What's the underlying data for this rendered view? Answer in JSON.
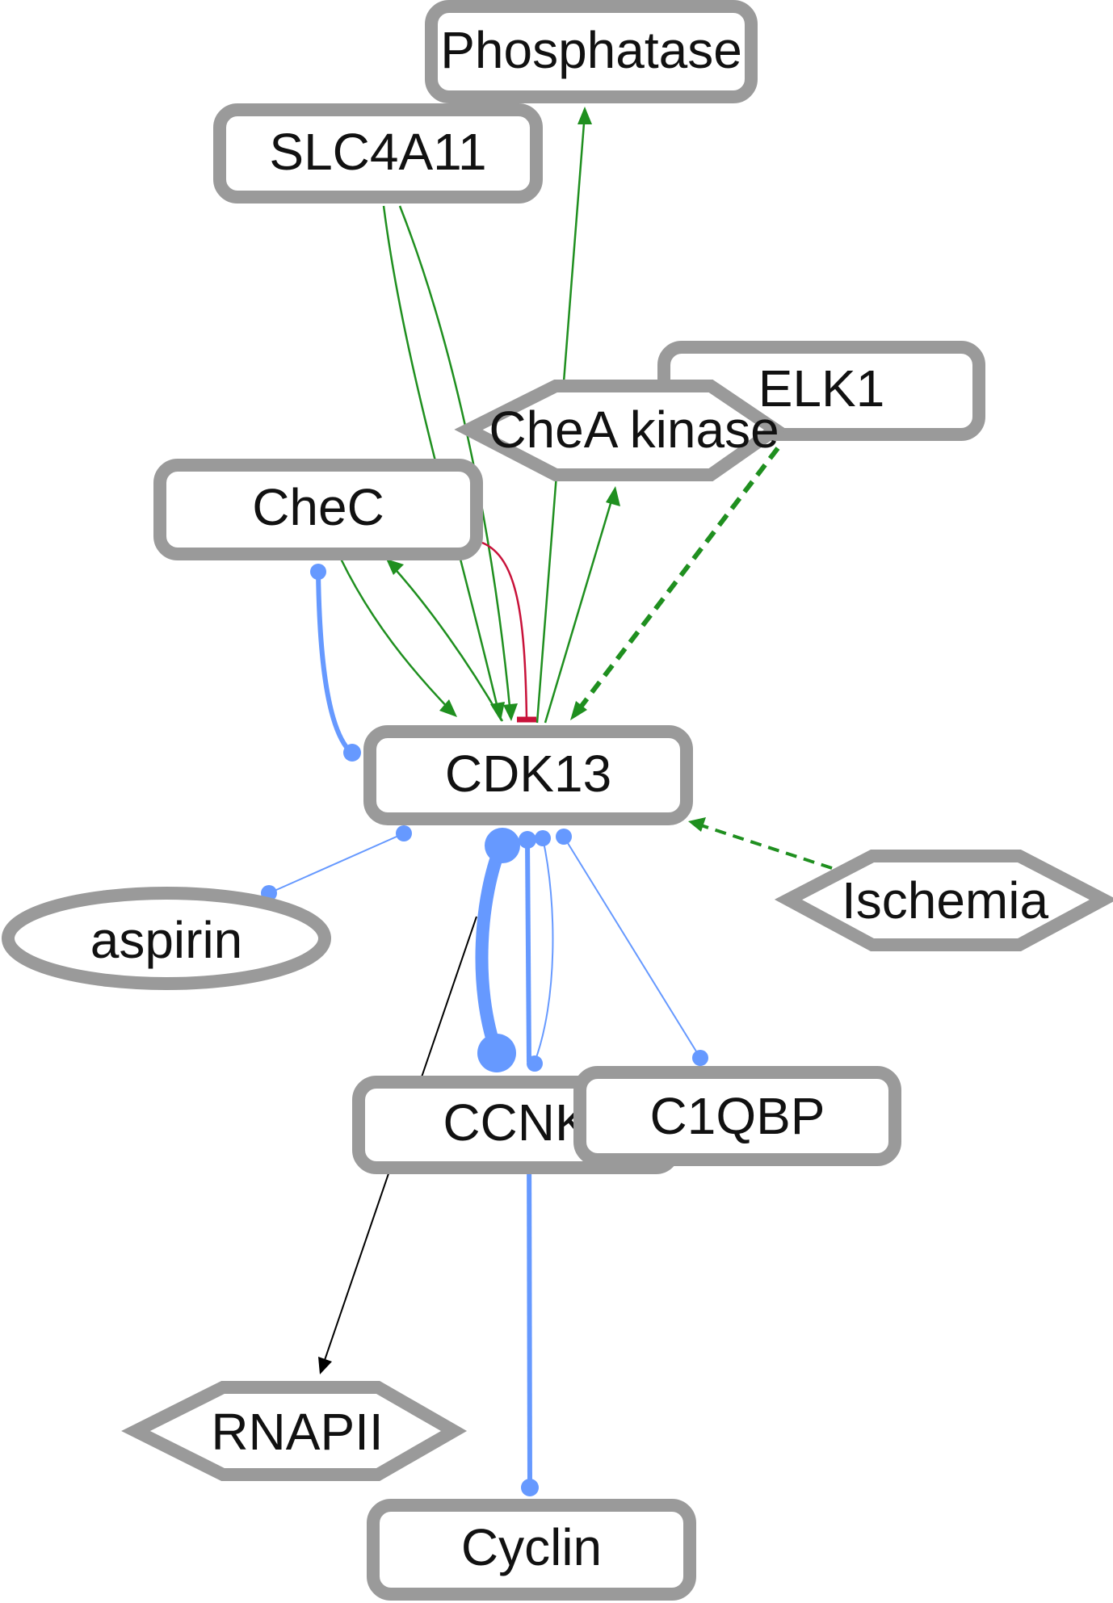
{
  "colors": {
    "node_border": "#9a9a9a",
    "node_fill": "#ffffff",
    "activation": "#1f8f1f",
    "inhibition": "#c8123a",
    "binding": "#6699ff",
    "regulation": "#000000"
  },
  "nodes": {
    "phosphatase": {
      "label": "Phosphatase",
      "shape": "rounded-rectangle"
    },
    "slc4a11": {
      "label": "SLC4A11",
      "shape": "rounded-rectangle"
    },
    "elk1": {
      "label": "ELK1",
      "shape": "rounded-rectangle"
    },
    "chea_kinase": {
      "label": "CheA kinase",
      "shape": "hexagon"
    },
    "chec": {
      "label": "CheC",
      "shape": "rounded-rectangle"
    },
    "cdk13": {
      "label": "CDK13",
      "shape": "rounded-rectangle"
    },
    "ischemia": {
      "label": "Ischemia",
      "shape": "hexagon"
    },
    "aspirin": {
      "label": "aspirin",
      "shape": "ellipse"
    },
    "ccnk": {
      "label": "CCNK",
      "shape": "rounded-rectangle"
    },
    "c1qbp": {
      "label": "C1QBP",
      "shape": "rounded-rectangle"
    },
    "rnapii": {
      "label": "RNAPII",
      "shape": "hexagon"
    },
    "cyclin": {
      "label": "Cyclin",
      "shape": "rounded-rectangle"
    }
  },
  "edges": [
    {
      "from": "cdk13",
      "to": "phosphatase",
      "type": "activation"
    },
    {
      "from": "slc4a11",
      "to": "cdk13",
      "type": "activation"
    },
    {
      "from": "slc4a11",
      "to": "cdk13",
      "type": "activation"
    },
    {
      "from": "chec",
      "to": "cdk13",
      "type": "activation"
    },
    {
      "from": "cdk13",
      "to": "chec",
      "type": "activation"
    },
    {
      "from": "chec",
      "to": "cdk13",
      "type": "inhibition"
    },
    {
      "from": "cdk13",
      "to": "chea_kinase",
      "type": "activation"
    },
    {
      "from": "elk1",
      "to": "cdk13",
      "type": "activation",
      "style": "dashed"
    },
    {
      "from": "ischemia",
      "to": "cdk13",
      "type": "activation",
      "style": "dashed"
    },
    {
      "from": "chec",
      "to": "cdk13",
      "type": "binding"
    },
    {
      "from": "cdk13",
      "to": "aspirin",
      "type": "binding"
    },
    {
      "from": "cdk13",
      "to": "ccnk",
      "type": "binding"
    },
    {
      "from": "cdk13",
      "to": "ccnk",
      "type": "binding"
    },
    {
      "from": "cdk13",
      "to": "ccnk",
      "type": "binding"
    },
    {
      "from": "cdk13",
      "to": "c1qbp",
      "type": "binding"
    },
    {
      "from": "ccnk",
      "to": "cyclin",
      "type": "binding"
    },
    {
      "from": "cdk13",
      "to": "rnapii",
      "type": "regulation"
    }
  ]
}
